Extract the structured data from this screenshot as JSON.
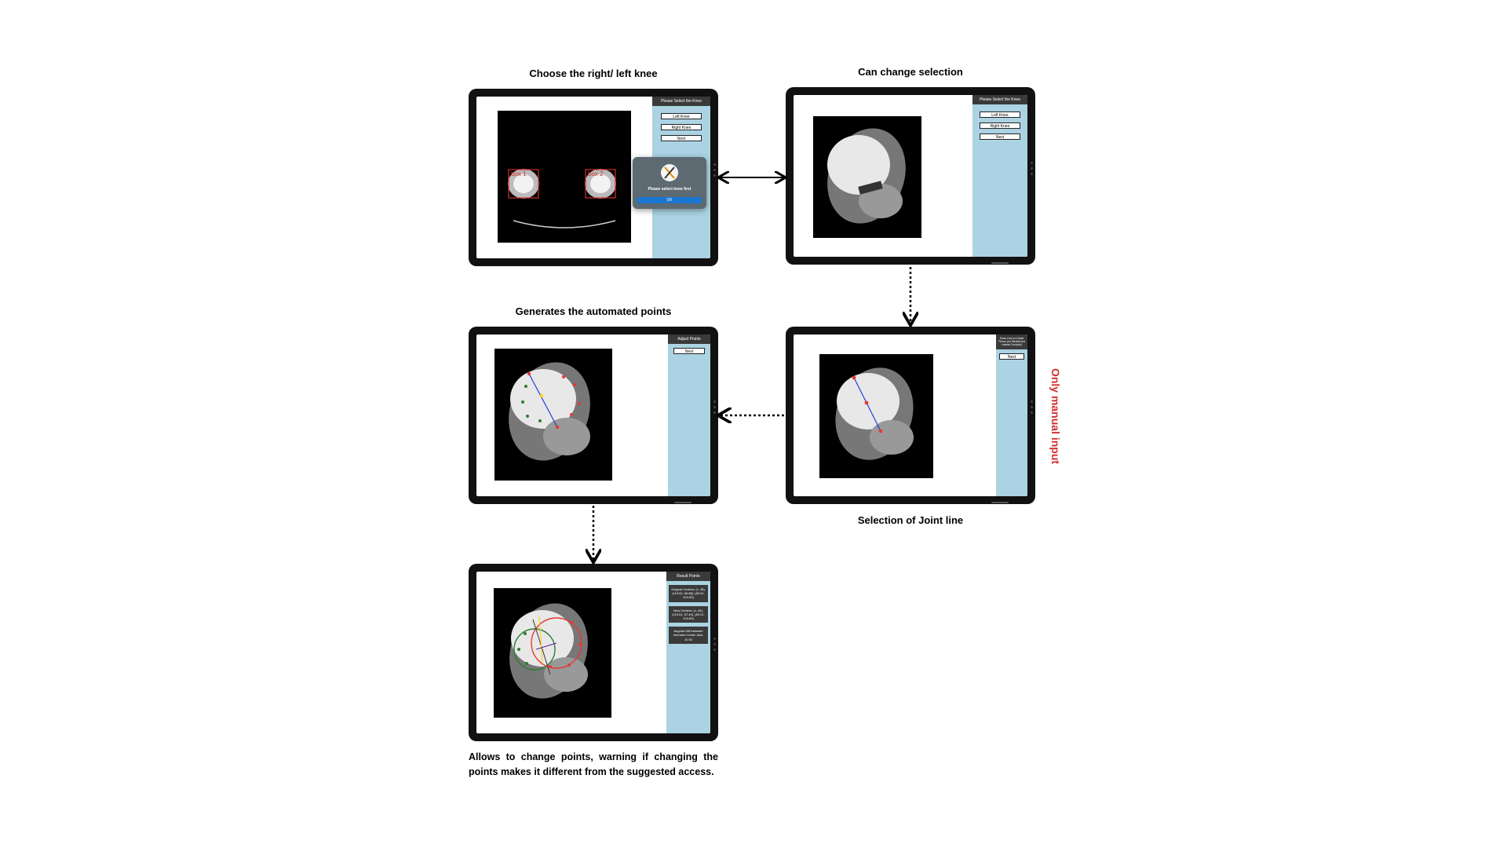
{
  "captions": {
    "step1": "Choose the right/ left knee",
    "step2": "Can change selection",
    "step3": "Generates the automated points",
    "step4": "Selection of Joint line",
    "step5": "Allows to change points, warning if changing the points makes it different from the suggested access."
  },
  "side_note": "Only manual input",
  "screen1": {
    "panel_title": "Please Select the Knee",
    "buttons": [
      "Left Knee",
      "Right Knee",
      "Next"
    ],
    "box_labels": [
      "box 1",
      "box 2"
    ],
    "dialog_message": "Please select knee first",
    "dialog_ok": "OK"
  },
  "screen2": {
    "panel_title": "Please Select the Knee",
    "buttons": [
      "Left Knee",
      "Right Knee",
      "Next"
    ]
  },
  "screen3": {
    "panel_title": "Adjust Points",
    "button": "Next"
  },
  "screen4": {
    "panel_title": "Draw Line on Distal Femur (on Medial and Lateral Condyle)",
    "button": "Next"
  },
  "screen5": {
    "panel_title": "Result Points",
    "results": [
      "Original Centers: (x, 45), (119.00, 65.88), (80.01, 104.83)",
      "New Centers: (x, 45), (115.51, 57.40), (80.01, 104.83)",
      "Angular Diff between Intended Center Axis: 10.92"
    ]
  },
  "colors": {
    "panel": "#abd3e3",
    "side_note": "#d32f2f",
    "dialog_ok": "#1976d2"
  }
}
